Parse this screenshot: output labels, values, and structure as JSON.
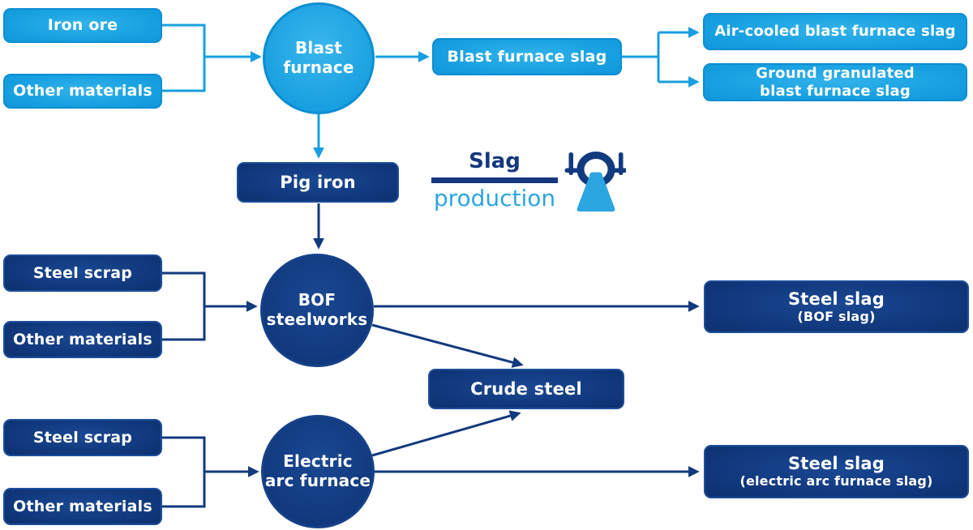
{
  "logo": {
    "title": "Slag",
    "subtitle": "production",
    "icon": "slag-ladle-icon"
  },
  "nodes": {
    "iron_ore": {
      "label": "Iron ore"
    },
    "other_materials_top": {
      "label": "Other materials"
    },
    "blast_furnace": {
      "line1": "Blast",
      "line2": "furnace"
    },
    "blast_furnace_slag": {
      "label": "Blast furnace slag"
    },
    "air_cooled_slag": {
      "label": "Air-cooled blast furnace slag"
    },
    "ground_granulated_slag": {
      "line1": "Ground granulated",
      "line2": "blast furnace slag"
    },
    "pig_iron": {
      "label": "Pig iron"
    },
    "steel_scrap_mid": {
      "label": "Steel scrap"
    },
    "other_materials_mid": {
      "label": "Other materials"
    },
    "bof_steelworks": {
      "line1": "BOF",
      "line2": "steelworks"
    },
    "steel_slag_bof": {
      "title": "Steel slag",
      "subtitle": "(BOF slag)"
    },
    "crude_steel": {
      "label": "Crude steel"
    },
    "steel_scrap_bottom": {
      "label": "Steel scrap"
    },
    "other_materials_bottom": {
      "label": "Other materials"
    },
    "electric_arc_furnace": {
      "line1": "Electric",
      "line2": "arc furnace"
    },
    "steel_slag_eaf": {
      "title": "Steel slag",
      "subtitle": "(electric arc furnace slag)"
    }
  },
  "edges": [
    {
      "from": "Iron ore + Other materials",
      "to": "Blast furnace"
    },
    {
      "from": "Blast furnace",
      "to": "Blast furnace slag"
    },
    {
      "from": "Blast furnace slag",
      "to": "Air-cooled blast furnace slag"
    },
    {
      "from": "Blast furnace slag",
      "to": "Ground granulated blast furnace slag"
    },
    {
      "from": "Blast furnace",
      "to": "Pig iron"
    },
    {
      "from": "Pig iron",
      "to": "BOF steelworks"
    },
    {
      "from": "Steel scrap + Other materials",
      "to": "BOF steelworks"
    },
    {
      "from": "BOF steelworks",
      "to": "Steel slag (BOF slag)"
    },
    {
      "from": "BOF steelworks",
      "to": "Crude steel"
    },
    {
      "from": "Steel scrap + Other materials",
      "to": "Electric arc furnace"
    },
    {
      "from": "Electric arc furnace",
      "to": "Crude steel"
    },
    {
      "from": "Electric arc furnace",
      "to": "Steel slag (electric arc furnace slag)"
    }
  ],
  "colors": {
    "light_blue": "#189fe0",
    "dark_blue": "#123a7e",
    "logo_dark": "#15377d",
    "logo_light": "#2ca6e1",
    "text": "#ffffff"
  }
}
